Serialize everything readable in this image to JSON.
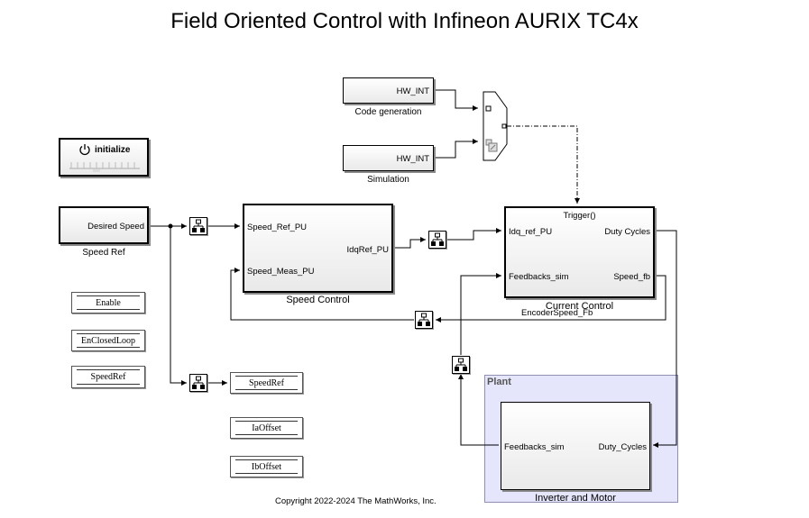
{
  "title": "Field Oriented Control with Infineon AURIX TC4x",
  "copyright": "Copyright 2022-2024 The MathWorks, Inc.",
  "variant_blocks": [
    {
      "port_label": "HW_INT",
      "caption": "Code generation"
    },
    {
      "port_label": "HW_INT",
      "caption": "Simulation"
    }
  ],
  "init_block": {
    "label": "initialize"
  },
  "speed_ref": {
    "port_label": "Desired Speed",
    "caption": "Speed Ref"
  },
  "speed_control": {
    "inputs": [
      "Speed_Ref_PU",
      "Speed_Meas_PU"
    ],
    "output": "IdqRef_PU",
    "caption": "Speed Control"
  },
  "current_control": {
    "trigger": "Trigger()",
    "inputs": [
      "Idq_ref_PU",
      "Feedbacks_sim"
    ],
    "outputs": [
      "Duty Cycles",
      "Speed_fb"
    ],
    "caption": "Current Control"
  },
  "signal_labels": {
    "encoder": "EncoderSpeed_Fb"
  },
  "goto_tags": {
    "left": [
      "Enable",
      "EnClosedLoop",
      "SpeedRef"
    ],
    "right": [
      "SpeedRef",
      "IaOffset",
      "IbOffset"
    ]
  },
  "plant": {
    "area_label": "Plant",
    "input": "Duty_Cycles",
    "output": "Feedbacks_sim",
    "caption": "Inverter and Motor"
  },
  "colors": {
    "plant_area": "#e5e5fb",
    "wire": "#000000"
  }
}
